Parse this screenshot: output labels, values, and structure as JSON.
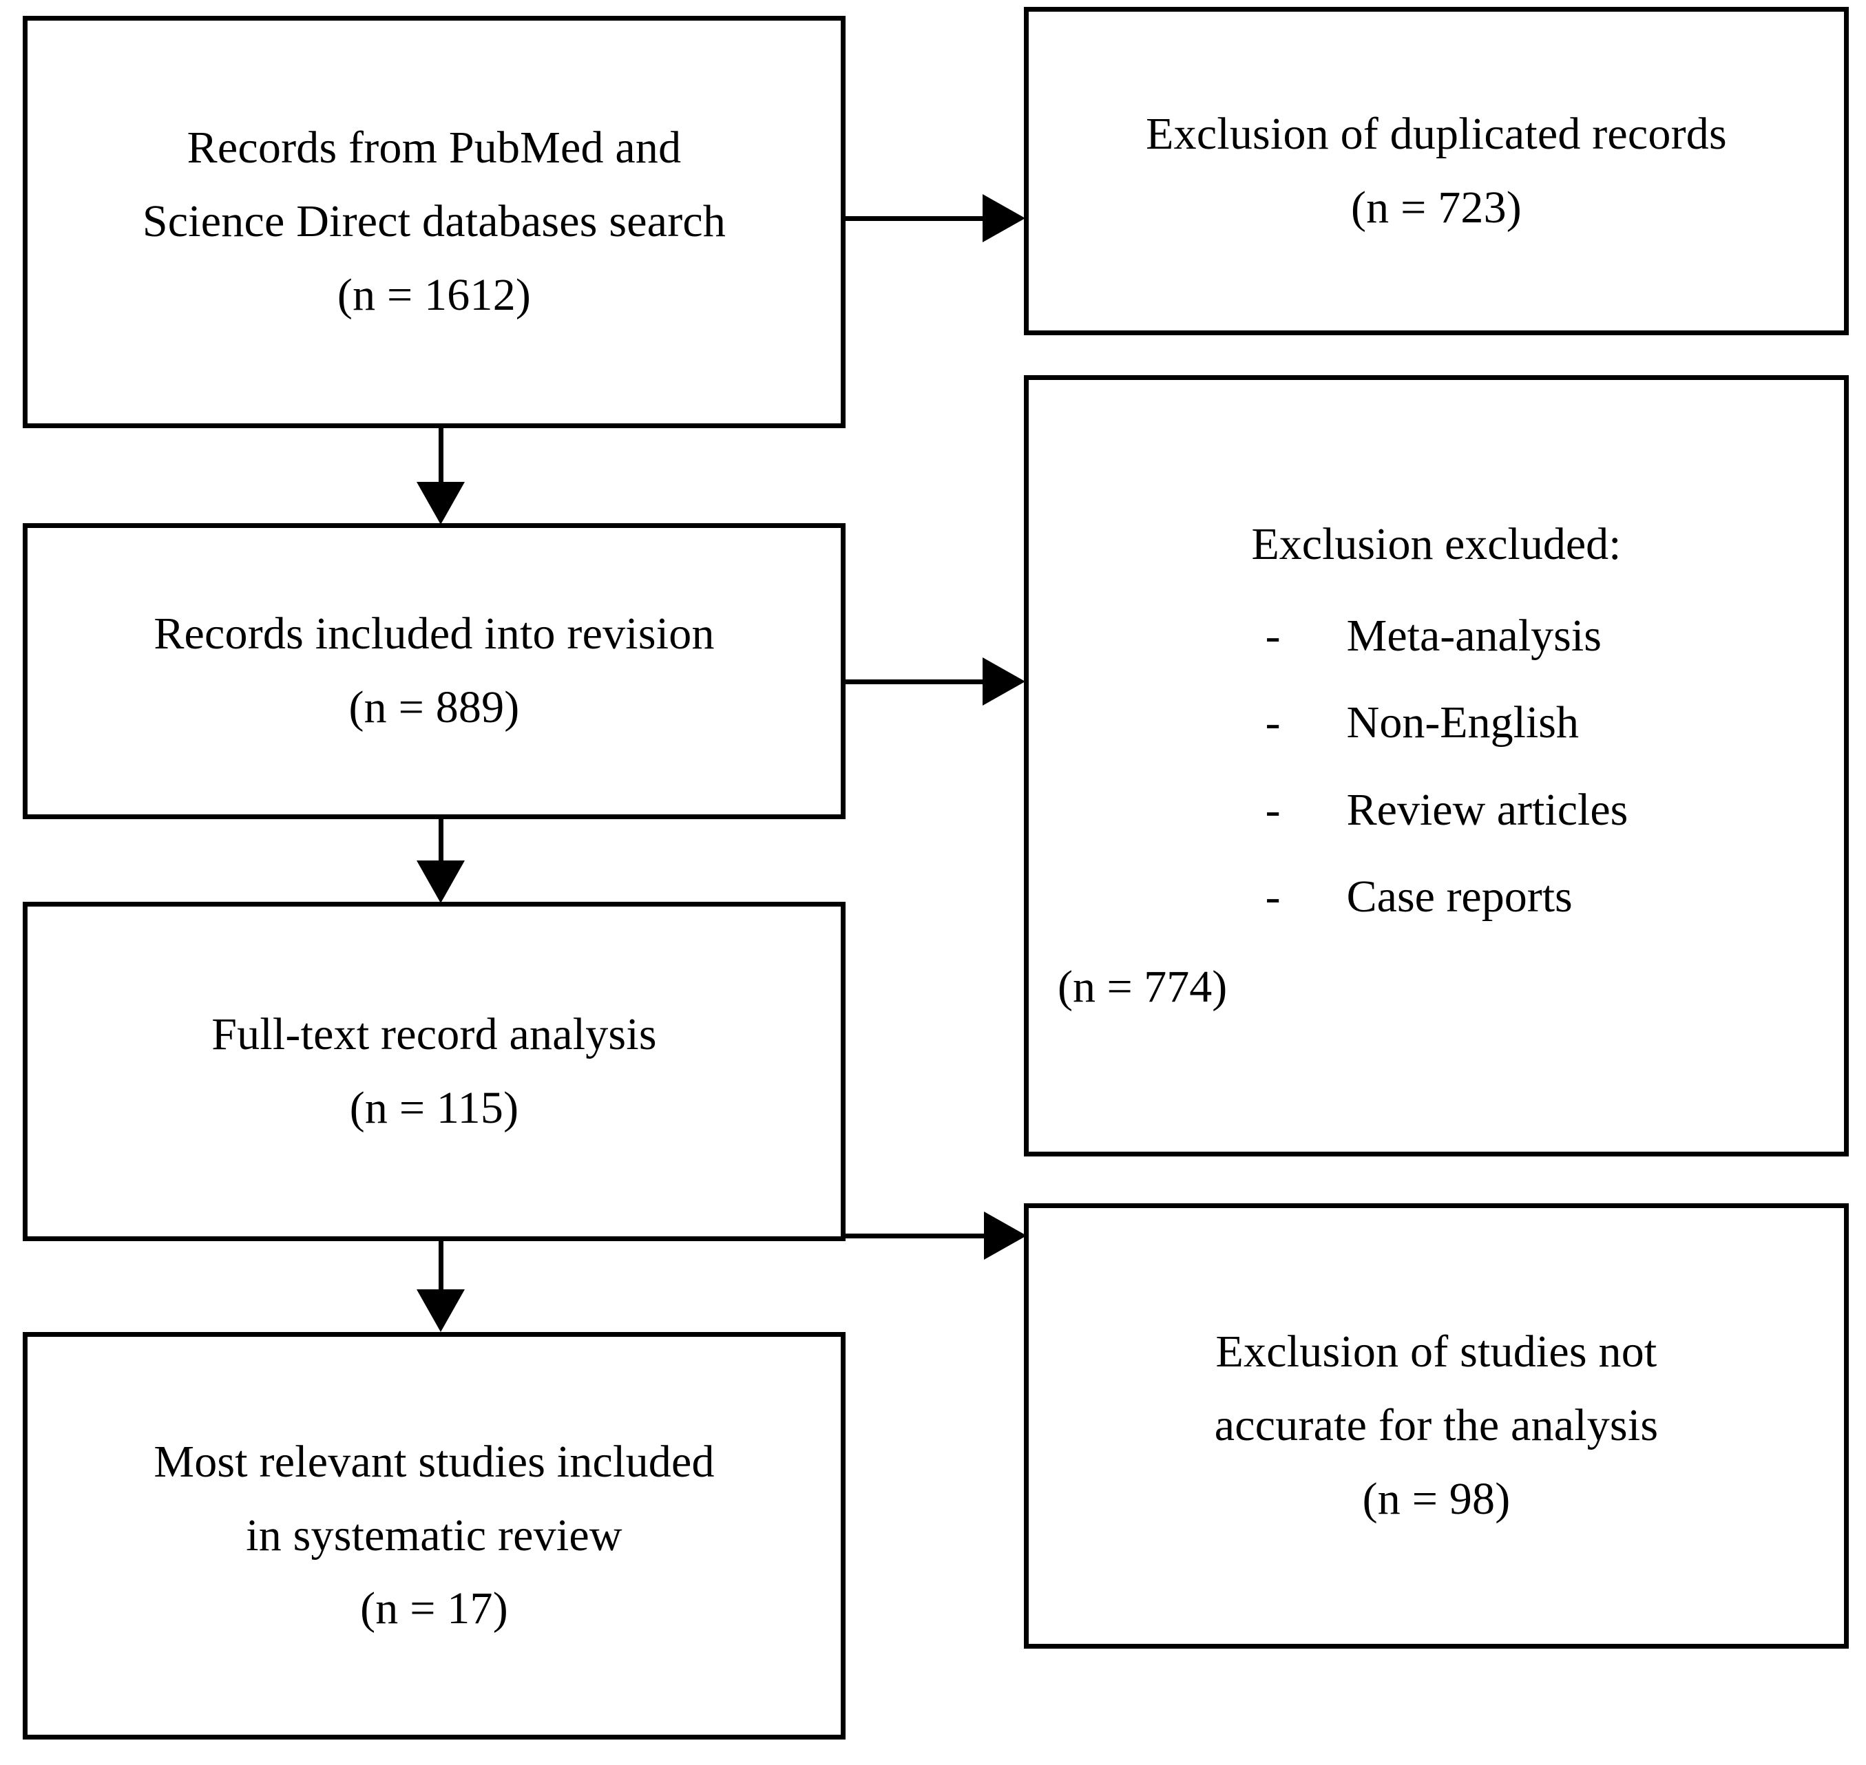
{
  "diagram": {
    "type": "prisma-flow-diagram",
    "boxes": {
      "records_search": {
        "line1": "Records from PubMed and",
        "line2": "Science Direct databases search",
        "line3": "(n = 1612)"
      },
      "duplicates": {
        "line1": "Exclusion of duplicated records",
        "line2": "(n = 723)"
      },
      "records_revision": {
        "line1": "Records included into revision",
        "line2": "(n = 889)"
      },
      "criteria": {
        "heading": "Exclusion excluded:",
        "dash": "-",
        "items": [
          "Meta-analysis",
          "Non-English",
          "Review articles",
          "Case reports"
        ],
        "count": "(n = 774)"
      },
      "fulltext": {
        "line1": "Full-text record analysis",
        "line2": "(n = 115)"
      },
      "not_accurate": {
        "line1": "Exclusion of studies not",
        "line2": "accurate for the analysis",
        "line3": "(n = 98)"
      },
      "included": {
        "line1": "Most relevant studies included",
        "line2": "in systematic review",
        "line3": "(n = 17)"
      }
    },
    "colors": {
      "stroke": "#000000",
      "background": "#ffffff"
    }
  }
}
